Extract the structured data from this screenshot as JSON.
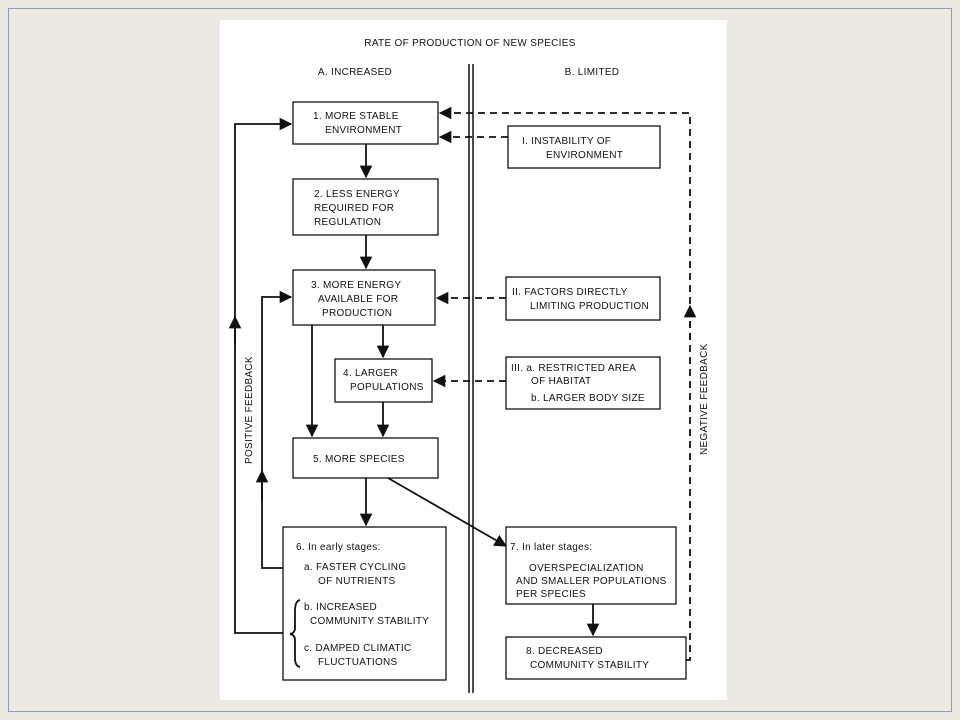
{
  "title": "RATE OF PRODUCTION OF NEW SPECIES",
  "columns": {
    "left": "A. INCREASED",
    "right": "B. LIMITED"
  },
  "feedback": {
    "positive": "POSITIVE FEEDBACK",
    "negative": "NEGATIVE FEEDBACK"
  },
  "left_boxes": [
    {
      "lines": [
        "1. MORE STABLE",
        "ENVIRONMENT"
      ]
    },
    {
      "lines": [
        "2. LESS ENERGY",
        "REQUIRED FOR",
        "REGULATION"
      ]
    },
    {
      "lines": [
        "3. MORE ENERGY",
        "AVAILABLE FOR",
        "PRODUCTION"
      ]
    },
    {
      "lines": [
        "4. LARGER",
        "POPULATIONS"
      ]
    },
    {
      "lines": [
        "5. MORE SPECIES"
      ]
    },
    {
      "lines": [
        "6. In early stages:",
        "a. FASTER CYCLING",
        "OF NUTRIENTS",
        "b. INCREASED",
        "COMMUNITY STABILITY",
        "c. DAMPED CLIMATIC",
        "FLUCTUATIONS"
      ]
    }
  ],
  "right_boxes": [
    {
      "lines": [
        "I. INSTABILITY OF",
        "ENVIRONMENT"
      ]
    },
    {
      "lines": [
        "II. FACTORS DIRECTLY",
        "LIMITING PRODUCTION"
      ]
    },
    {
      "lines": [
        "III. a. RESTRICTED AREA",
        "OF HABITAT",
        "b. LARGER BODY SIZE"
      ]
    },
    {
      "lines": [
        "7. In later stages:",
        "OVERSPECIALIZATION",
        "AND SMALLER POPULATIONS",
        "PER SPECIES"
      ]
    },
    {
      "lines": [
        "8. DECREASED",
        "COMMUNITY STABILITY"
      ]
    }
  ]
}
